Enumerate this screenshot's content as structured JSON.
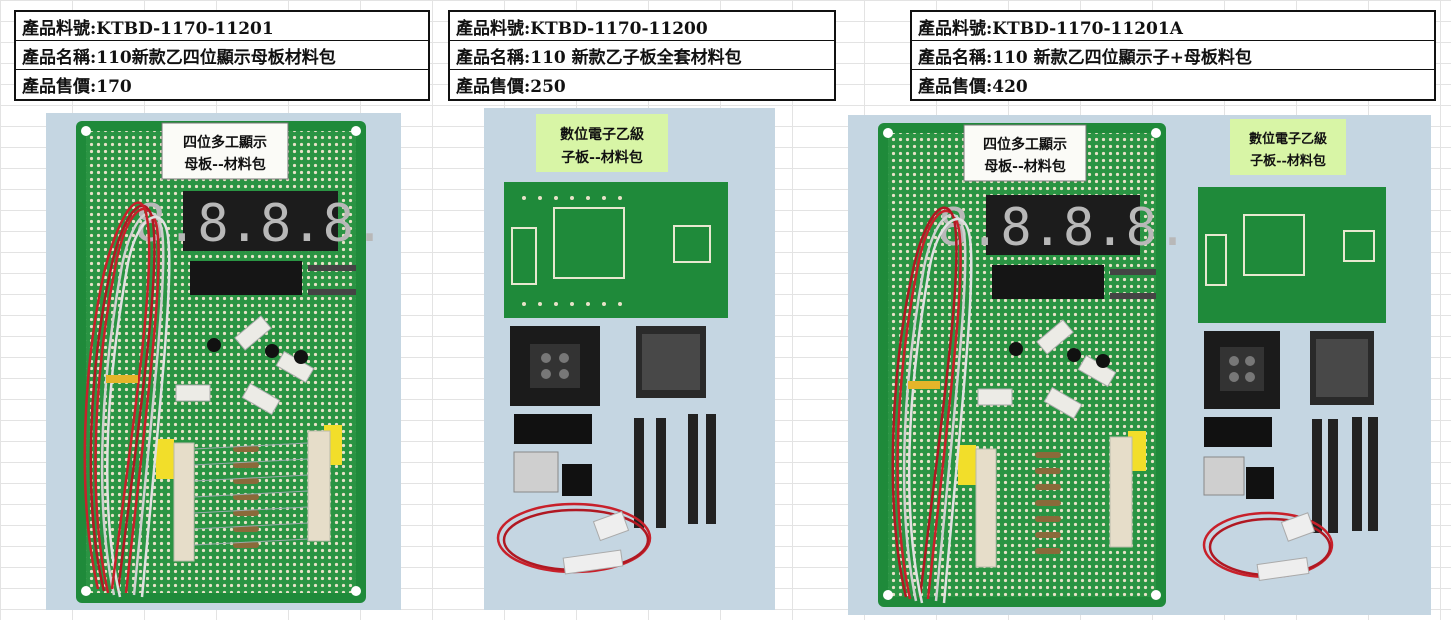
{
  "products": [
    {
      "part_number": "產品料號:KTBD-1170-11201",
      "name": "產品名稱:110新款乙四位顯示母板材料包",
      "price": "產品售價:170",
      "photo_label": [
        "四位多工顯示",
        "母板--材料包"
      ]
    },
    {
      "part_number": "產品料號:KTBD-1170-11200",
      "name": "產品名稱:110 新款乙子板全套材料包",
      "price": "產品售價:250",
      "photo_label": [
        "數位電子乙級",
        "子板--材料包"
      ]
    },
    {
      "part_number": "產品料號:KTBD-1170-11201A",
      "name": "產品名稱:110 新款乙四位顯示子+母板料包",
      "price": "產品售價:420",
      "photo_label_mother": [
        "四位多工顯示",
        "母板--材料包"
      ],
      "photo_label_daughter": [
        "數位電子乙級",
        "子板--材料包"
      ]
    }
  ],
  "colors": {
    "pcb_green": "#1f8a3a",
    "photo_background": "#c5d6e2",
    "label_yellow_green": "#d8f5a6",
    "wire_red": "#c8202a",
    "display_digits": "#b8b8b8"
  },
  "display_digits_text": "8.8.8.8."
}
